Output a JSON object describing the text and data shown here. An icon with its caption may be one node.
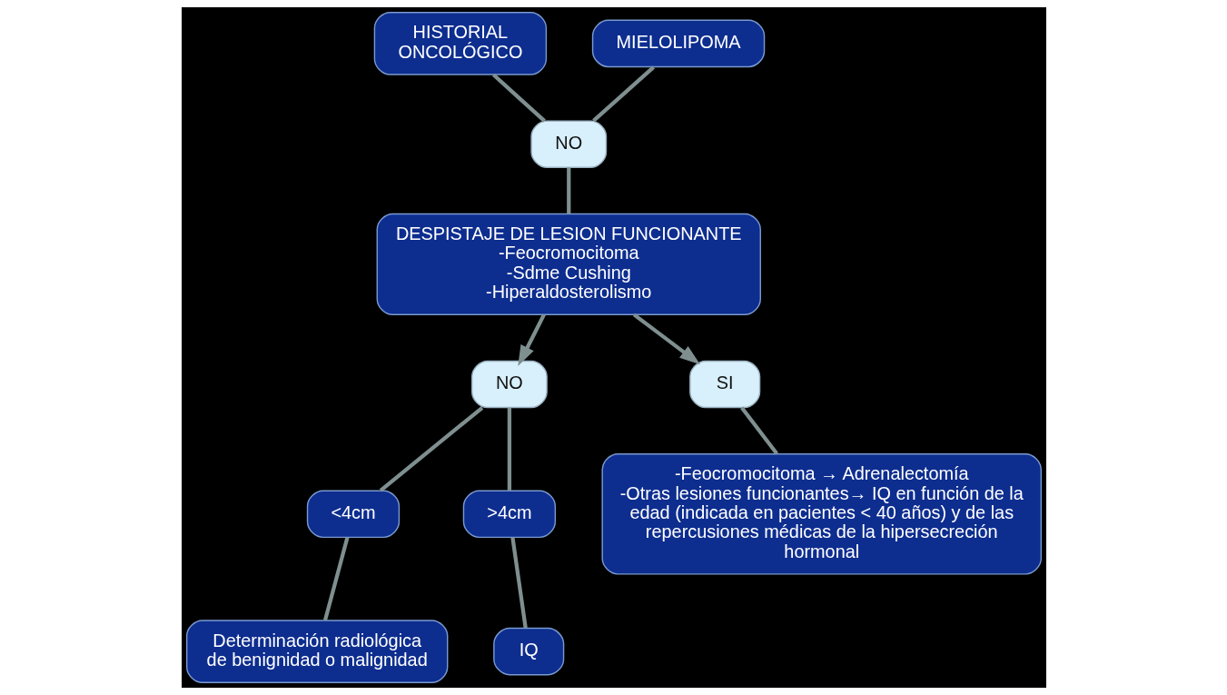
{
  "diagram": {
    "nodes": [
      {
        "text": [
          "HISTORIAL ONCOLÓGICO"
        ]
      },
      {
        "text": [
          "MIELOLIPOMA"
        ]
      },
      {
        "text": [
          "NO"
        ]
      },
      {
        "text": [
          "DESPISTAJE DE LESION FUNCIONANTE",
          "-Feocromocitoma",
          "-Sdme Cushing",
          "-Hiperaldosterolismo"
        ]
      },
      {
        "text": [
          "NO"
        ]
      },
      {
        "text": [
          "SI"
        ]
      },
      {
        "text": [
          "<4cm"
        ]
      },
      {
        "text": [
          ">4cm"
        ]
      },
      {
        "text": [
          "Determinación radiológica de benignidad o malignidad"
        ]
      },
      {
        "text": [
          "IQ"
        ]
      },
      {
        "text": [
          "-Feocromocitoma → Adrenalectomía",
          "-Otras lesiones funcionantes→ IQ en función de la edad (indicada en pacientes < 40 años) y de las repercusiones médicas de la hipersecreción hormonal"
        ]
      }
    ],
    "edges": [
      {
        "from": 0,
        "to": 2,
        "arrow": "none"
      },
      {
        "from": 1,
        "to": 2,
        "arrow": "none"
      },
      {
        "from": 2,
        "to": 3,
        "arrow": "none"
      },
      {
        "from": 3,
        "to": 4,
        "arrow": "to"
      },
      {
        "from": 3,
        "to": 5,
        "arrow": "to"
      },
      {
        "from": 4,
        "to": 6,
        "arrow": "none"
      },
      {
        "from": 4,
        "to": 7,
        "arrow": "none"
      },
      {
        "from": 5,
        "to": 10,
        "arrow": "none"
      },
      {
        "from": 6,
        "to": 8,
        "arrow": "none"
      },
      {
        "from": 7,
        "to": 9,
        "arrow": "none"
      }
    ]
  }
}
